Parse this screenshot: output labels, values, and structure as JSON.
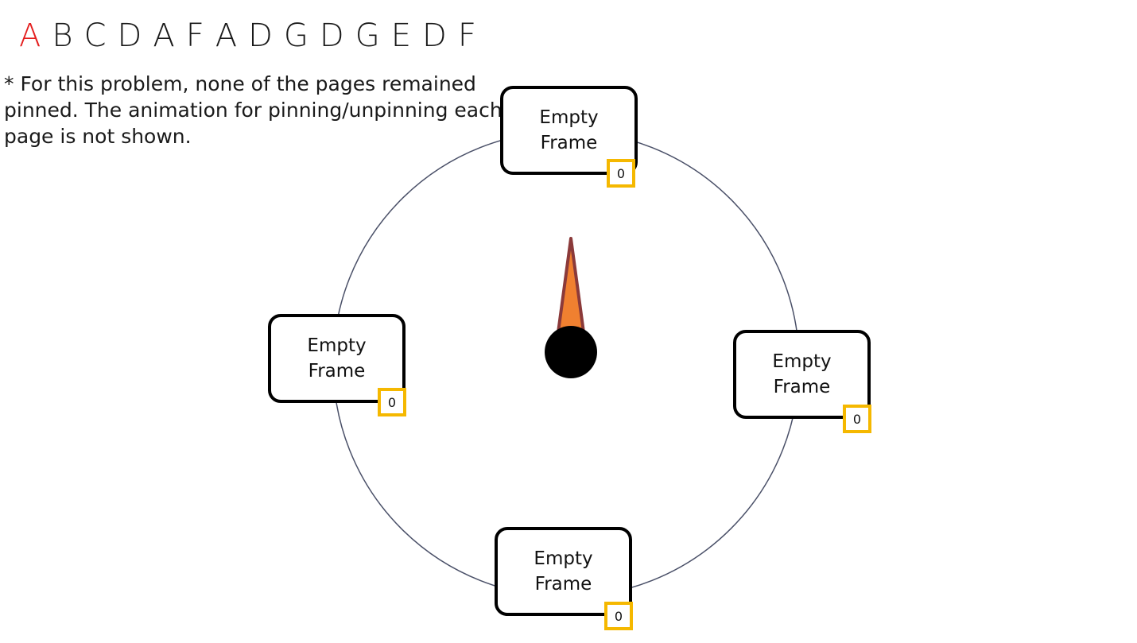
{
  "sequence": [
    "A",
    "B",
    "C",
    "D",
    "A",
    "F",
    "A",
    "D",
    "G",
    "D",
    "G",
    "E",
    "D",
    "F"
  ],
  "active_index": 0,
  "note": "* For this problem, none of the pages remained pinned. The animation for pinning/unpinning each page is not shown.",
  "frames": [
    {
      "label": "Empty Frame",
      "use_bit": "0"
    },
    {
      "label": "Empty Frame",
      "use_bit": "0"
    },
    {
      "label": "Empty Frame",
      "use_bit": "0"
    },
    {
      "label": "Empty Frame",
      "use_bit": "0"
    }
  ],
  "colors": {
    "active_letter": "#e41e1e",
    "use_bit_border": "#f5b800",
    "circle": "#4a5068",
    "hand_fill": "#f08030",
    "hand_stroke": "#8b3a3a"
  }
}
